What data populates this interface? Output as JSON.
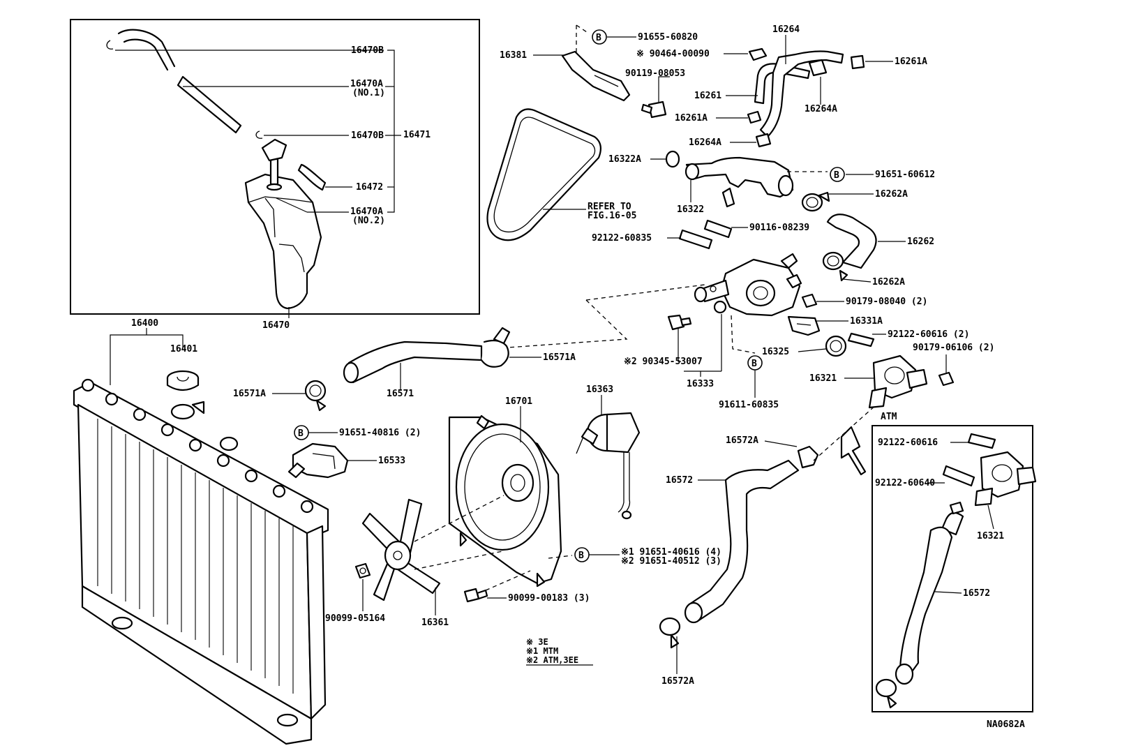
{
  "diagram_id": "NA0682A",
  "notes": {
    "n1": "※  3E",
    "n2": "※1 MTM",
    "n3": "※2 ATM,3EE"
  },
  "inset_label": "ATM",
  "refer_to": {
    "line1": "REFER TO",
    "line2": "FIG.16-05"
  },
  "labels": {
    "p16470B_a": "16470B",
    "p16470A_1": "16470A",
    "p16470A_1_sub": "(NO.1)",
    "p16470B_b": "16470B",
    "p16471": "16471",
    "p16472": "16472",
    "p16470A_2": "16470A",
    "p16470A_2_sub": "(NO.2)",
    "p16470": "16470",
    "p16400": "16400",
    "p16401": "16401",
    "p16381": "16381",
    "p91655": "91655-60820",
    "p90464": "※ 90464-00090",
    "p90119": "90119-08053",
    "p16264": "16264",
    "p16261A_a": "16261A",
    "p16261": "16261",
    "p16264A_a": "16264A",
    "p16261A_b": "16261A",
    "p16264A_b": "16264A",
    "p16322A": "16322A",
    "p91651_60612": "91651-60612",
    "p16262A_a": "16262A",
    "p16322": "16322",
    "p90116": "90116-08239",
    "p92122_60835": "92122-60835",
    "p16262": "16262",
    "p16262A_b": "16262A",
    "p90179_08040": "90179-08040 (2)",
    "p16331A": "16331A",
    "p92122_60616_2": "92122-60616 (2)",
    "p90179_06106": "90179-06106 (2)",
    "p16325": "16325",
    "p90345": "※2 90345-53007",
    "p16333": "16333",
    "p16321_a": "16321",
    "p91611": "91611-60835",
    "p16571A_a": "16571A",
    "p16571A_b": "16571A",
    "p16571": "16571",
    "p16701": "16701",
    "p16363": "16363",
    "p91651_40816": "91651-40816 (2)",
    "p16533": "16533",
    "p16572A_a": "16572A",
    "p16572_a": "16572",
    "p91651_40616": "※1 91651-40616 (4)",
    "p91651_40512": "※2 91651-40512 (3)",
    "p90099_00183": "90099-00183 (3)",
    "p90099_05164": "90099-05164",
    "p16361": "16361",
    "p16572A_b": "16572A",
    "p92122_60616": "92122-60616",
    "p92122_60640": "92122-60640",
    "p16321_b": "16321",
    "p16572_b": "16572"
  },
  "callout_letter": "B"
}
